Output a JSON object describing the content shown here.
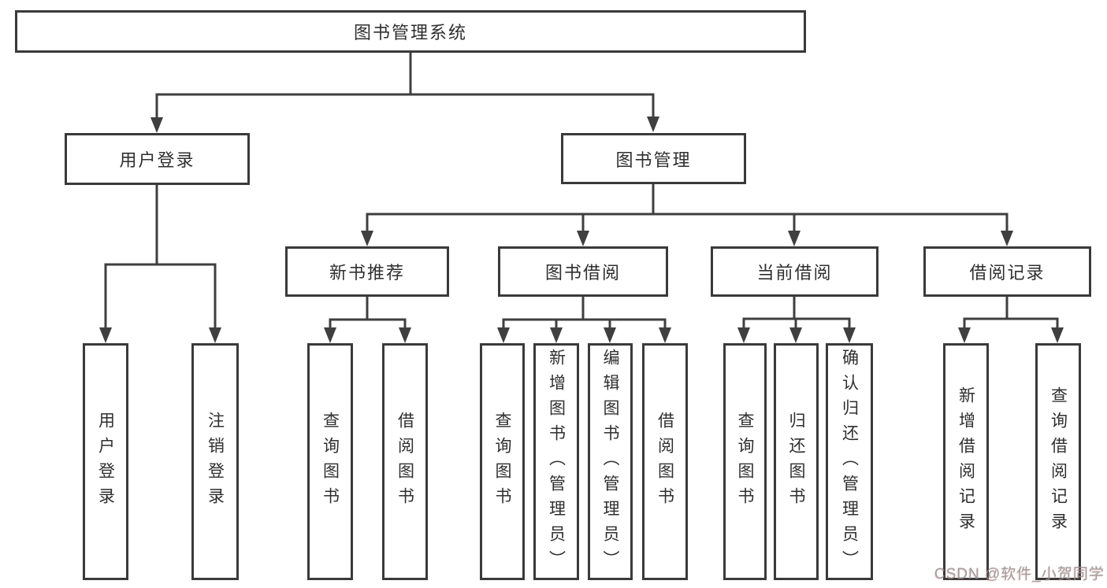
{
  "tree": {
    "label": "图书管理系统",
    "children": [
      {
        "label": "用户登录",
        "children": [
          {
            "label": "用户登录"
          },
          {
            "label": "注销登录"
          }
        ]
      },
      {
        "label": "图书管理",
        "children": [
          {
            "label": "新书推荐",
            "children": [
              {
                "label": "查询图书"
              },
              {
                "label": "借阅图书"
              }
            ]
          },
          {
            "label": "图书借阅",
            "children": [
              {
                "label": "查询图书"
              },
              {
                "label": "新增图书（管理员）"
              },
              {
                "label": "编辑图书（管理员）"
              },
              {
                "label": "借阅图书"
              }
            ]
          },
          {
            "label": "当前借阅",
            "children": [
              {
                "label": "查询图书"
              },
              {
                "label": "归还图书"
              },
              {
                "label": "确认归还（管理员）"
              }
            ]
          },
          {
            "label": "借阅记录",
            "children": [
              {
                "label": "新增借阅记录"
              },
              {
                "label": "查询借阅记录"
              }
            ]
          }
        ]
      }
    ]
  },
  "watermark": {
    "text": "CSDN @软件_小贺同学",
    "color": "#8f8f8f"
  },
  "colors": {
    "line": "#3f3f3f",
    "box_border": "#3a3a3a",
    "text": "#2f2f2f",
    "background": "#ffffff"
  }
}
